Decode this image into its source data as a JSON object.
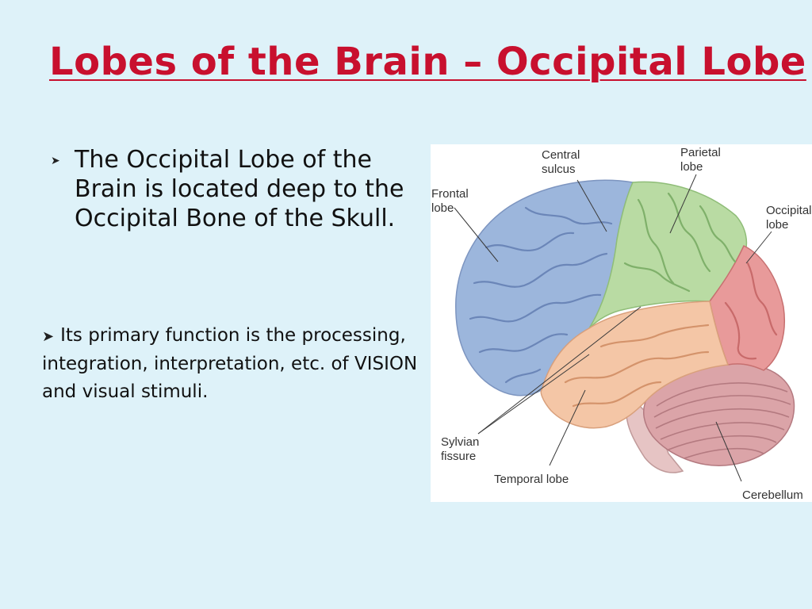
{
  "slide": {
    "title": "Lobes of the Brain – Occipital Lobe",
    "bullet_1": "The Occipital Lobe of the Brain is located deep to the Occipital Bone of the Skull.",
    "bullet_2": "Its primary function is the processing, integration, interpretation, etc. of VISION and visual stimuli."
  },
  "figure": {
    "labels": {
      "central_sulcus": [
        "Central",
        "sulcus"
      ],
      "parietal_lobe": [
        "Parietal",
        "lobe"
      ],
      "frontal_lobe": [
        "Frontal",
        "lobe"
      ],
      "occipital_lobe": [
        "Occipital",
        "lobe"
      ],
      "sylvian_fissure": [
        "Sylvian",
        "fissure"
      ],
      "temporal_lobe": "Temporal lobe",
      "cerebellum": "Cerebellum"
    },
    "colors": {
      "frontal": "#9cb6dc",
      "parietal": "#b9dba3",
      "occipital": "#e89a9a",
      "temporal": "#f4c6a6",
      "cerebellum": "#dba4a8",
      "brainstem": "#e6c4c4"
    }
  }
}
